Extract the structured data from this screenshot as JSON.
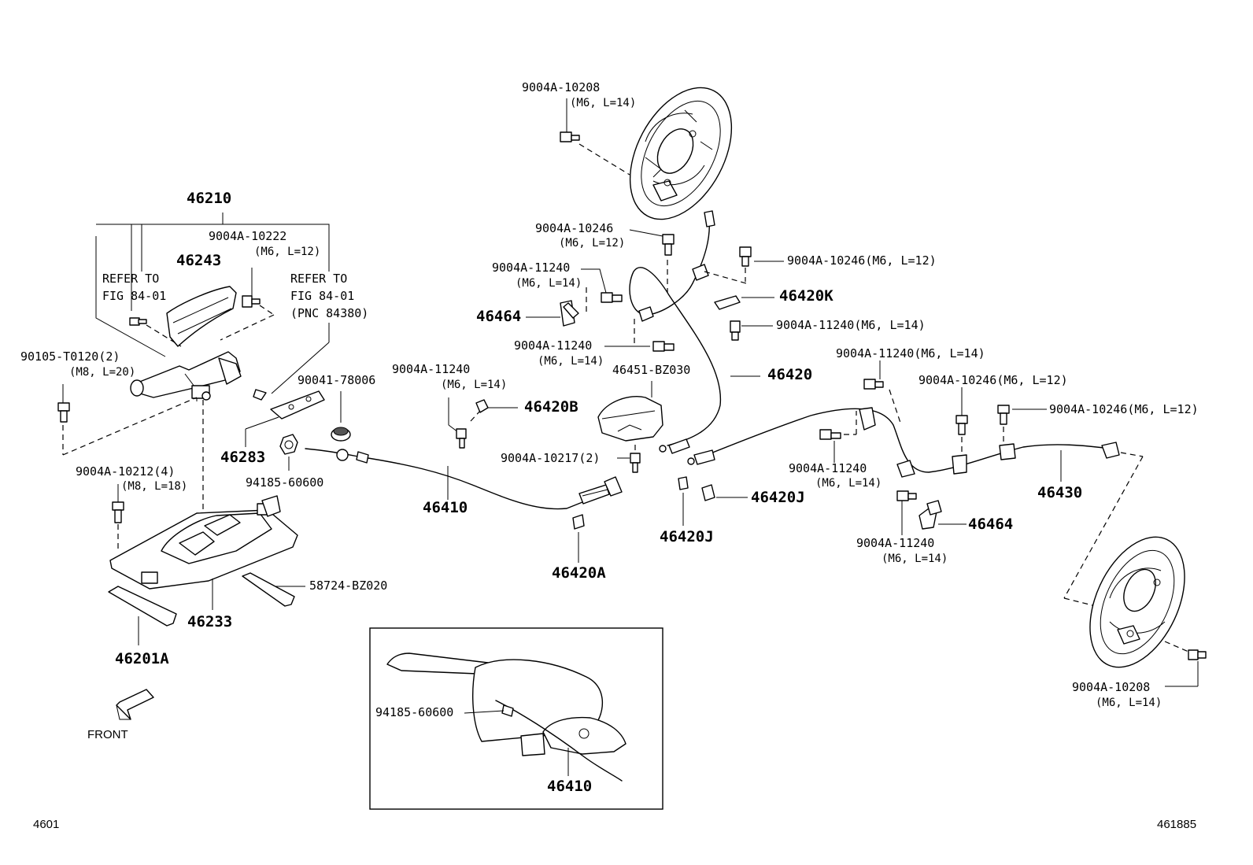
{
  "labels": {
    "p46210": "46210",
    "p9004A_10222": "9004A-10222",
    "p9004A_10222_spec": "(M6, L=12)",
    "p46243": "46243",
    "refer_left_1": "REFER TO",
    "refer_left_2": "FIG 84-01",
    "refer_right_1": "REFER TO",
    "refer_right_2": "FIG 84-01",
    "refer_right_3": "(PNC 84380)",
    "p90105": "90105-T0120(2)",
    "p90105_spec": "(M8, L=20)",
    "p90041": "90041-78006",
    "p46283": "46283",
    "p94185_a": "94185-60600",
    "p9004A_10212": "9004A-10212(4)",
    "p9004A_10212_spec": "(M8, L=18)",
    "p58724": "58724-BZ020",
    "p46233": "46233",
    "p46201A": "46201A",
    "front": "FRONT",
    "p9004A_10208_top": "9004A-10208",
    "p9004A_10208_top_spec": "(M6, L=14)",
    "p9004A_10246_a": "9004A-10246",
    "p9004A_10246_a_spec": "(M6, L=12)",
    "p9004A_11240_a": "9004A-11240",
    "p9004A_11240_a_spec": "(M6, L=14)",
    "p46464_left": "46464",
    "p9004A_11240_b": "9004A-11240",
    "p9004A_11240_b_spec": "(M6, L=14)",
    "p9004A_10246_b": "9004A-10246(M6, L=12)",
    "p46420K": "46420K",
    "p9004A_11240_c": "9004A-11240(M6, L=14)",
    "p46451": "46451-BZ030",
    "p46420": "46420",
    "p9004A_11240_d": "9004A-11240",
    "p9004A_11240_d_spec": "(M6, L=14)",
    "p46420B": "46420B",
    "p9004A_10217": "9004A-10217(2)",
    "p46410": "46410",
    "p46420A": "46420A",
    "p46420J_a": "46420J",
    "p46420J_b": "46420J",
    "p9004A_11240_e": "9004A-11240(M6, L=14)",
    "p9004A_10246_c": "9004A-10246(M6, L=12)",
    "p9004A_10246_d": "9004A-10246(M6, L=12)",
    "p9004A_11240_f": "9004A-11240",
    "p9004A_11240_f_spec": "(M6, L=14)",
    "p46430": "46430",
    "p46464_right": "46464",
    "p9004A_11240_g": "9004A-11240",
    "p9004A_11240_g_spec": "(M6, L=14)",
    "p9004A_10208_bot": "9004A-10208",
    "p9004A_10208_bot_spec": "(M6, L=14)",
    "inset_94185": "94185-60600",
    "inset_46410": "46410",
    "corner_left": "4601",
    "corner_right": "461885"
  }
}
